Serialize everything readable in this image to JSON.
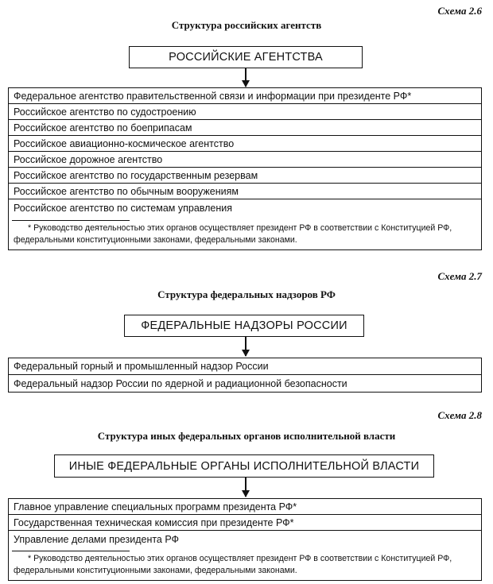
{
  "scheme26": {
    "label": "Схема 2.6",
    "title": "Структура российских агентств",
    "head": "РОССИЙСКИЕ АГЕНТСТВА",
    "items": [
      "Федеральное агентство правительственной связи и информации при президенте РФ*",
      "Российское агентство по судостроению",
      "Российское агентство по боеприпасам",
      "Российское авиационно-космическое агентство",
      "Российское дорожное агентство",
      "Российское агентство по государственным резервам",
      "Российское агентство по обычным вооружениям",
      "Российское агентство по системам управления"
    ],
    "footnote": "* Руководство деятельностью этих органов осуществляет президент РФ в соответствии с Конституцией РФ, федеральными конституционными законами, федеральными законами."
  },
  "scheme27": {
    "label": "Схема 2.7",
    "title": "Структура федеральных надзоров РФ",
    "head": "ФЕДЕРАЛЬНЫЕ НАДЗОРЫ РОССИИ",
    "items": [
      "Федеральный горный и промышленный надзор России",
      "Федеральный надзор России по ядерной и радиационной безопасности"
    ]
  },
  "scheme28": {
    "label": "Схема 2.8",
    "title": "Структура иных федеральных органов исполнительной власти",
    "head": "ИНЫЕ ФЕДЕРАЛЬНЫЕ ОРГАНЫ ИСПОЛНИТЕЛЬНОЙ ВЛАСТИ",
    "items": [
      "Главное управление специальных программ президента РФ*",
      "Государственная техническая комиссия при президенте РФ*",
      "Управление делами президента РФ"
    ],
    "footnote": "* Руководство деятельностью этих органов осуществляет президент РФ в соответствии с Конституцией РФ, федеральными конституционными законами, федеральными законами."
  }
}
